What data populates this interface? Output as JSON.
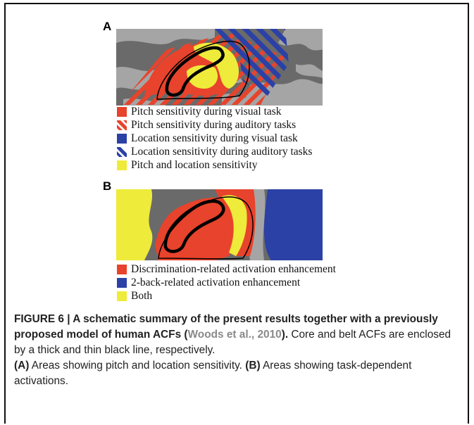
{
  "panel_a": {
    "label": "A",
    "legend": [
      {
        "text": "Pitch sensitivity during visual task",
        "color": "#e8432c",
        "pattern": "solid"
      },
      {
        "text": "Pitch sensitivity during auditory tasks",
        "color": "#e8432c",
        "pattern": "stripes"
      },
      {
        "text": "Location sensitivity during visual task",
        "color": "#2b41a6",
        "pattern": "solid"
      },
      {
        "text": "Location sensitivity during auditory tasks",
        "color": "#2b41a6",
        "pattern": "stripes"
      },
      {
        "text": "Pitch and location sensitivity",
        "color": "#eeeb3a",
        "pattern": "solid"
      }
    ]
  },
  "panel_b": {
    "label": "B",
    "legend": [
      {
        "text": "Discrimination-related activation enhancement",
        "color": "#e8432c",
        "pattern": "solid"
      },
      {
        "text": "2-back-related activation enhancement",
        "color": "#2b41a6",
        "pattern": "solid"
      },
      {
        "text": "Both",
        "color": "#eeeb3a",
        "pattern": "solid"
      }
    ]
  },
  "caption": {
    "figure_title": "FIGURE 6 | A schematic summary of the present results together with a previously proposed model of human ACFs (",
    "citation": "Woods et al., 2010",
    "title_end": ").",
    "body": " Core and belt ACFs are enclosed by a thick and thin black line, respectively. ",
    "label_a": "(A)",
    "text_a": " Areas showing pitch and location sensitivity. ",
    "label_b": "(B)",
    "text_b": " Areas showing task-dependent activations."
  },
  "colors": {
    "red": "#e8432c",
    "blue": "#2b41a6",
    "yellow": "#eeeb3a",
    "cortex_dark": "#6a6a6a",
    "cortex_light": "#a5a5a5"
  }
}
